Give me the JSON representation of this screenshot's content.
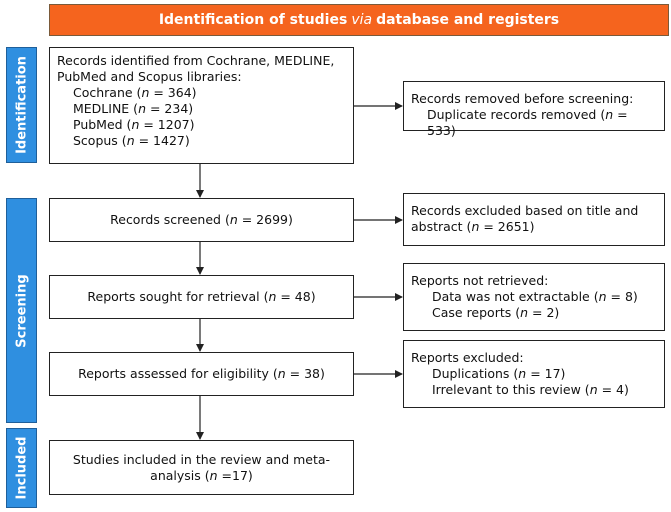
{
  "header": {
    "pre": "Identification of studies",
    "italic": "via",
    "post": "database and registers"
  },
  "phases": {
    "identification": "Identification",
    "screening": "Screening",
    "included": "Included"
  },
  "identification_box": {
    "title_line1": "Records identified from Cochrane, MEDLINE,",
    "title_line2": "PubMed and Scopus libraries:",
    "items": [
      {
        "label": "Cochrane (",
        "n": "n",
        "rest": " = 364)"
      },
      {
        "label": "MEDLINE (",
        "n": "n",
        "rest": " = 234)"
      },
      {
        "label": "PubMed (",
        "n": "n",
        "rest": " = 1207)"
      },
      {
        "label": "Scopus (",
        "n": "n",
        "rest": " = 1427)"
      }
    ]
  },
  "removed_box": {
    "title": "Records removed before screening:",
    "item_pre": "Duplicate records removed (",
    "n": "n",
    "item_post": " = 533)"
  },
  "screened_box": {
    "pre": "Records screened (",
    "n": "n",
    "post": " = 2699)"
  },
  "excluded_box": {
    "line1": "Records excluded based on title and",
    "line2_pre": "abstract (",
    "n": "n",
    "line2_post": " = 2651)"
  },
  "sought_box": {
    "pre": "Reports sought for retrieval (",
    "n": "n",
    "post": " = 48)"
  },
  "not_retrieved_box": {
    "title": "Reports not retrieved:",
    "items": [
      {
        "label": "Data was not extractable (",
        "n": "n",
        "rest": " = 8)"
      },
      {
        "label": "Case reports (",
        "n": "n",
        "rest": " = 2)"
      }
    ]
  },
  "eligibility_box": {
    "pre": "Reports assessed for eligibility (",
    "n": "n",
    "post": " = 38)"
  },
  "reports_excluded_box": {
    "title": "Reports excluded:",
    "items": [
      {
        "label": "Duplications (",
        "n": "n",
        "rest": " = 17)"
      },
      {
        "label": "Irrelevant to this review (",
        "n": "n",
        "rest": " = 4)"
      }
    ]
  },
  "included_box": {
    "line1": "Studies included in the review and meta-",
    "line2_pre": "analysis (",
    "n": "n",
    "line2_post": " =17)"
  },
  "colors": {
    "header": "#f5641e",
    "phase": "#2f8fe0",
    "line": "#222222"
  }
}
